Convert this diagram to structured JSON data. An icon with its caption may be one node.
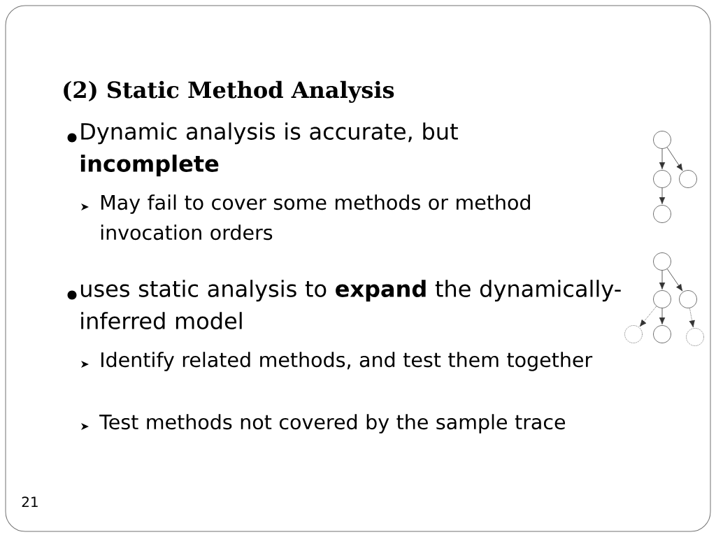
{
  "diagram": {
    "title": "(2) Static Method Analysis",
    "nodes": [
      {
        "text": [],
        "shape": "circle"
      },
      {
        "text": [],
        "shape": "circle"
      },
      {
        "text": [],
        "shape": "circle"
      },
      {
        "text": [],
        "shape": "circle"
      },
      {
        "text": [],
        "shape": "circle"
      },
      {
        "text": [],
        "shape": "circle"
      },
      {
        "text": [],
        "shape": "circle"
      },
      {
        "text": [],
        "shape": "circle"
      },
      {
        "text": [],
        "shape": "circle"
      },
      {
        "text": [],
        "shape": "circle"
      }
    ],
    "edges": [
      {
        "from": 0,
        "to": 1,
        "arrow": "to"
      },
      {
        "from": 0,
        "to": 2,
        "arrow": "to"
      },
      {
        "from": 1,
        "to": 3,
        "arrow": "to"
      },
      {
        "from": 4,
        "to": 5,
        "arrow": "to"
      },
      {
        "from": 4,
        "to": 6,
        "arrow": "to"
      },
      {
        "from": 5,
        "to": 7,
        "arrow": "to",
        "style": "dashed"
      },
      {
        "from": 5,
        "to": 8,
        "arrow": "to"
      },
      {
        "from": 6,
        "to": 9,
        "arrow": "to",
        "style": "dashed"
      }
    ],
    "labels": [
      "Dynamic analysis is accurate, but **incomplete**",
      "May fail to cover some methods or method invocation orders",
      "uses static analysis to **expand** the dynamically-inferred model",
      "Identify related methods, and test them together",
      "Test methods not covered by the sample trace",
      "21"
    ]
  }
}
